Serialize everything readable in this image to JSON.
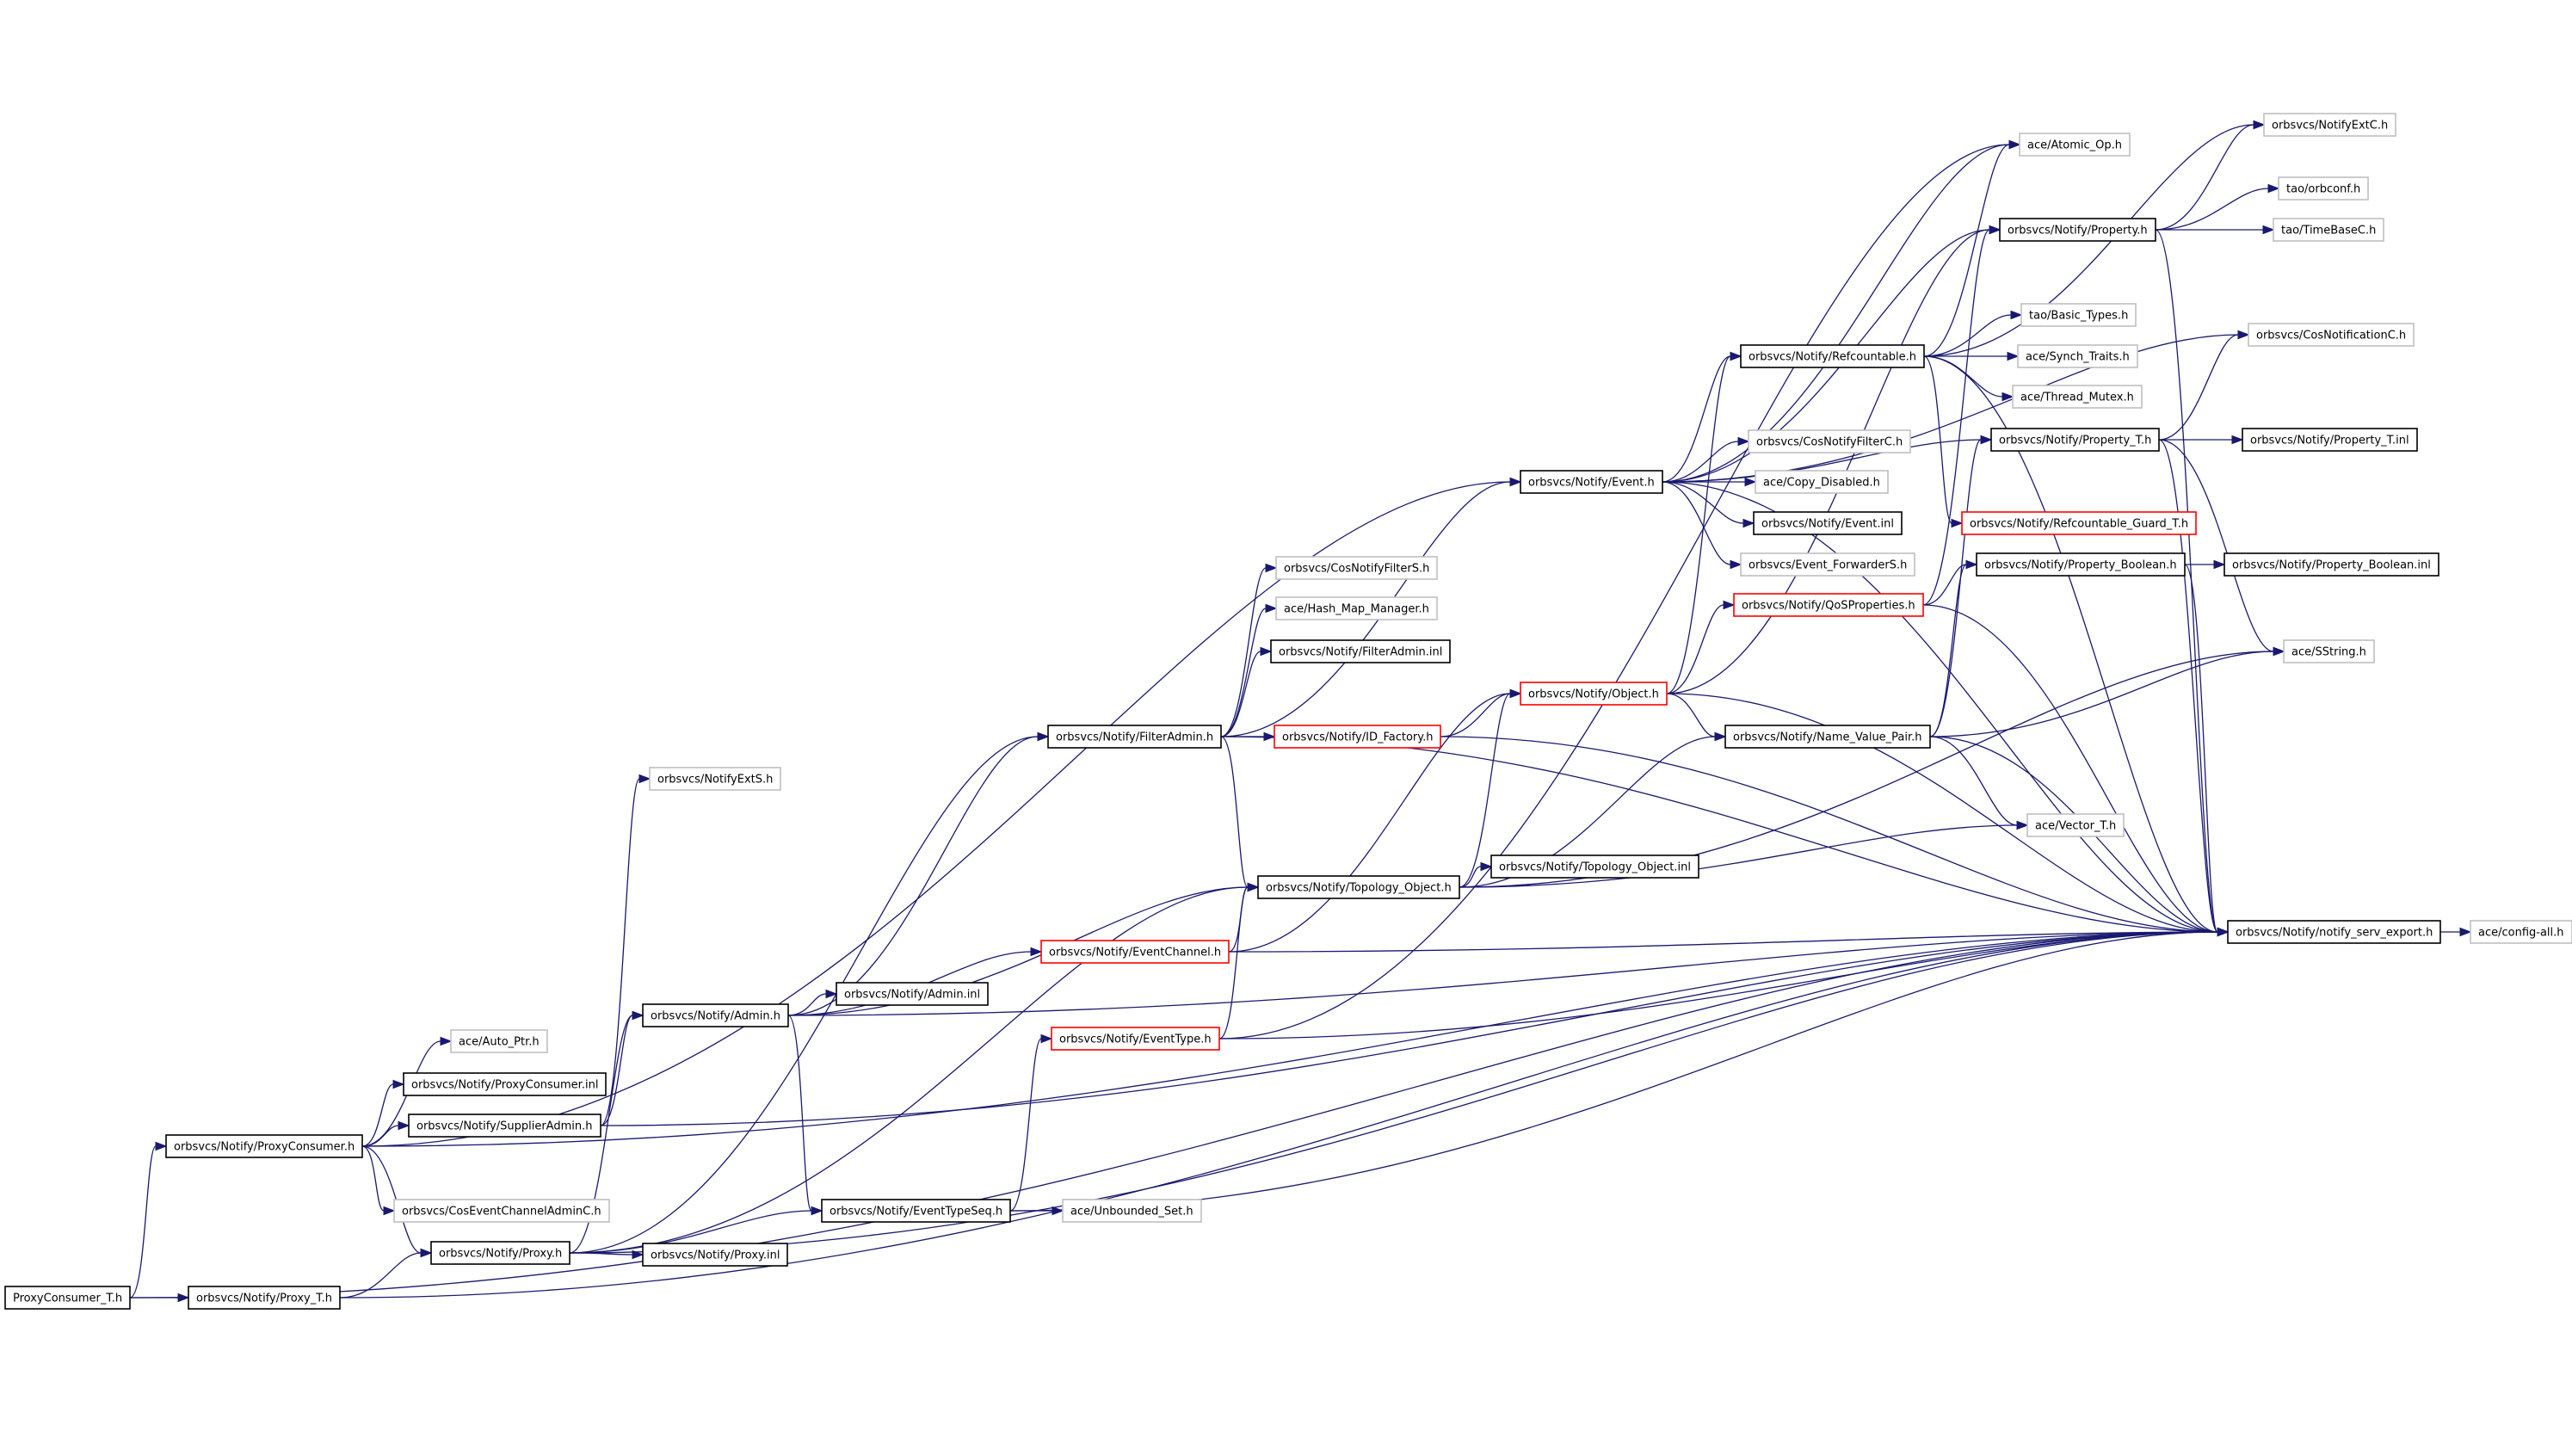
{
  "colors": {
    "edge": "#191970",
    "border_normal": "#000000",
    "border_truncated": "#ff0000",
    "border_external": "#bfbfbf",
    "fill_root": "#bfbfbf",
    "fill_default": "#ffffff"
  },
  "nodes": [
    {
      "id": "n0",
      "label": "ProxyConsumer_T.h",
      "kind": "root"
    },
    {
      "id": "n1",
      "label": "orbsvcs/Notify/ProxyConsumer.h",
      "kind": "normal"
    },
    {
      "id": "n2",
      "label": "orbsvcs/Notify/Proxy_T.h",
      "kind": "normal"
    },
    {
      "id": "n3",
      "label": "orbsvcs/Notify/notify_serv_export.h",
      "kind": "normal"
    },
    {
      "id": "n4",
      "label": "ace/Auto_Ptr.h",
      "kind": "external"
    },
    {
      "id": "n5",
      "label": "orbsvcs/Notify/ProxyConsumer.inl",
      "kind": "normal"
    },
    {
      "id": "n6",
      "label": "orbsvcs/Notify/SupplierAdmin.h",
      "kind": "normal"
    },
    {
      "id": "n7",
      "label": "orbsvcs/CosEventChannelAdminC.h",
      "kind": "external"
    },
    {
      "id": "n8",
      "label": "orbsvcs/Notify/Proxy.h",
      "kind": "normal"
    },
    {
      "id": "n9",
      "label": "orbsvcs/Notify/Event.h",
      "kind": "normal"
    },
    {
      "id": "n10",
      "label": "orbsvcs/NotifyExtS.h",
      "kind": "external"
    },
    {
      "id": "n11",
      "label": "orbsvcs/Notify/Admin.h",
      "kind": "normal"
    },
    {
      "id": "n12",
      "label": "orbsvcs/Notify/Proxy.inl",
      "kind": "normal"
    },
    {
      "id": "n13",
      "label": "orbsvcs/Notify/EventTypeSeq.h",
      "kind": "normal"
    },
    {
      "id": "n14",
      "label": "orbsvcs/Notify/Admin.inl",
      "kind": "normal"
    },
    {
      "id": "n15",
      "label": "orbsvcs/Notify/EventChannel.h",
      "kind": "truncated"
    },
    {
      "id": "n16",
      "label": "orbsvcs/Notify/EventType.h",
      "kind": "truncated"
    },
    {
      "id": "n17",
      "label": "orbsvcs/Notify/FilterAdmin.h",
      "kind": "normal"
    },
    {
      "id": "n18",
      "label": "orbsvcs/Notify/Topology_Object.h",
      "kind": "normal"
    },
    {
      "id": "n19",
      "label": "ace/Unbounded_Set.h",
      "kind": "external"
    },
    {
      "id": "n20",
      "label": "orbsvcs/CosNotifyFilterS.h",
      "kind": "external"
    },
    {
      "id": "n21",
      "label": "ace/Hash_Map_Manager.h",
      "kind": "external"
    },
    {
      "id": "n22",
      "label": "orbsvcs/Notify/FilterAdmin.inl",
      "kind": "normal"
    },
    {
      "id": "n23",
      "label": "orbsvcs/Notify/ID_Factory.h",
      "kind": "truncated"
    },
    {
      "id": "n24",
      "label": "orbsvcs/Notify/Object.h",
      "kind": "truncated"
    },
    {
      "id": "n25",
      "label": "orbsvcs/Notify/Topology_Object.inl",
      "kind": "normal"
    },
    {
      "id": "n26",
      "label": "orbsvcs/Notify/QoSProperties.h",
      "kind": "truncated"
    },
    {
      "id": "n27",
      "label": "orbsvcs/Notify/Name_Value_Pair.h",
      "kind": "normal"
    },
    {
      "id": "n28",
      "label": "orbsvcs/Notify/Refcountable.h",
      "kind": "normal"
    },
    {
      "id": "n29",
      "label": "orbsvcs/CosNotifyFilterC.h",
      "kind": "external"
    },
    {
      "id": "n30",
      "label": "ace/Copy_Disabled.h",
      "kind": "external"
    },
    {
      "id": "n31",
      "label": "orbsvcs/Notify/Event.inl",
      "kind": "normal"
    },
    {
      "id": "n32",
      "label": "orbsvcs/Event_ForwarderS.h",
      "kind": "external"
    },
    {
      "id": "n33",
      "label": "ace/Atomic_Op.h",
      "kind": "external"
    },
    {
      "id": "n34",
      "label": "orbsvcs/Notify/Property.h",
      "kind": "normal"
    },
    {
      "id": "n35",
      "label": "tao/Basic_Types.h",
      "kind": "external"
    },
    {
      "id": "n36",
      "label": "ace/Synch_Traits.h",
      "kind": "external"
    },
    {
      "id": "n37",
      "label": "ace/Thread_Mutex.h",
      "kind": "external"
    },
    {
      "id": "n38",
      "label": "orbsvcs/Notify/Property_T.h",
      "kind": "normal"
    },
    {
      "id": "n39",
      "label": "orbsvcs/Notify/Refcountable_Guard_T.h",
      "kind": "truncated"
    },
    {
      "id": "n40",
      "label": "orbsvcs/Notify/Property_Boolean.h",
      "kind": "normal"
    },
    {
      "id": "n41",
      "label": "ace/Vector_T.h",
      "kind": "external"
    },
    {
      "id": "n42",
      "label": "orbsvcs/NotifyExtC.h",
      "kind": "external"
    },
    {
      "id": "n43",
      "label": "tao/orbconf.h",
      "kind": "external"
    },
    {
      "id": "n44",
      "label": "tao/TimeBaseC.h",
      "kind": "external"
    },
    {
      "id": "n45",
      "label": "orbsvcs/CosNotificationC.h",
      "kind": "external"
    },
    {
      "id": "n46",
      "label": "orbsvcs/Notify/Property_T.inl",
      "kind": "normal"
    },
    {
      "id": "n47",
      "label": "orbsvcs/Notify/Property_Boolean.inl",
      "kind": "normal"
    },
    {
      "id": "n48",
      "label": "ace/SString.h",
      "kind": "external"
    },
    {
      "id": "n49",
      "label": "ace/config-all.h",
      "kind": "external"
    }
  ],
  "edges": [
    [
      "n0",
      "n1"
    ],
    [
      "n0",
      "n2"
    ],
    [
      "n0",
      "n3"
    ],
    [
      "n1",
      "n4"
    ],
    [
      "n1",
      "n5"
    ],
    [
      "n1",
      "n6"
    ],
    [
      "n1",
      "n7"
    ],
    [
      "n1",
      "n8"
    ],
    [
      "n1",
      "n9"
    ],
    [
      "n1",
      "n3"
    ],
    [
      "n2",
      "n8"
    ],
    [
      "n2",
      "n3"
    ],
    [
      "n6",
      "n10"
    ],
    [
      "n6",
      "n11"
    ],
    [
      "n6",
      "n3"
    ],
    [
      "n8",
      "n11"
    ],
    [
      "n8",
      "n12"
    ],
    [
      "n8",
      "n13"
    ],
    [
      "n8",
      "n18"
    ],
    [
      "n8",
      "n17"
    ],
    [
      "n8",
      "n3"
    ],
    [
      "n11",
      "n14"
    ],
    [
      "n11",
      "n15"
    ],
    [
      "n11",
      "n13"
    ],
    [
      "n11",
      "n17"
    ],
    [
      "n11",
      "n18"
    ],
    [
      "n11",
      "n3"
    ],
    [
      "n13",
      "n19"
    ],
    [
      "n13",
      "n16"
    ],
    [
      "n13",
      "n3"
    ],
    [
      "n15",
      "n18"
    ],
    [
      "n15",
      "n24"
    ],
    [
      "n15",
      "n3"
    ],
    [
      "n16",
      "n18"
    ],
    [
      "n16",
      "n33"
    ],
    [
      "n16",
      "n3"
    ],
    [
      "n17",
      "n20"
    ],
    [
      "n17",
      "n21"
    ],
    [
      "n17",
      "n22"
    ],
    [
      "n17",
      "n23"
    ],
    [
      "n17",
      "n9"
    ],
    [
      "n17",
      "n18"
    ],
    [
      "n17",
      "n3"
    ],
    [
      "n18",
      "n24"
    ],
    [
      "n18",
      "n25"
    ],
    [
      "n18",
      "n27"
    ],
    [
      "n18",
      "n41"
    ],
    [
      "n18",
      "n48"
    ],
    [
      "n23",
      "n24"
    ],
    [
      "n23",
      "n3"
    ],
    [
      "n24",
      "n26"
    ],
    [
      "n24",
      "n27"
    ],
    [
      "n24",
      "n28"
    ],
    [
      "n24",
      "n34"
    ],
    [
      "n24",
      "n3"
    ],
    [
      "n26",
      "n40"
    ],
    [
      "n26",
      "n34"
    ],
    [
      "n26",
      "n3"
    ],
    [
      "n27",
      "n41"
    ],
    [
      "n27",
      "n48"
    ],
    [
      "n27",
      "n38"
    ],
    [
      "n27",
      "n40"
    ],
    [
      "n27",
      "n3"
    ],
    [
      "n9",
      "n29"
    ],
    [
      "n9",
      "n30"
    ],
    [
      "n9",
      "n31"
    ],
    [
      "n9",
      "n32"
    ],
    [
      "n9",
      "n28"
    ],
    [
      "n9",
      "n33"
    ],
    [
      "n9",
      "n34"
    ],
    [
      "n9",
      "n38"
    ],
    [
      "n9",
      "n45"
    ],
    [
      "n9",
      "n3"
    ],
    [
      "n28",
      "n35"
    ],
    [
      "n28",
      "n36"
    ],
    [
      "n28",
      "n37"
    ],
    [
      "n28",
      "n39"
    ],
    [
      "n28",
      "n33"
    ],
    [
      "n28",
      "n42"
    ],
    [
      "n28",
      "n3"
    ],
    [
      "n34",
      "n42"
    ],
    [
      "n34",
      "n43"
    ],
    [
      "n34",
      "n44"
    ],
    [
      "n34",
      "n3"
    ],
    [
      "n38",
      "n45"
    ],
    [
      "n38",
      "n46"
    ],
    [
      "n38",
      "n48"
    ],
    [
      "n38",
      "n3"
    ],
    [
      "n40",
      "n47"
    ],
    [
      "n40",
      "n3"
    ],
    [
      "n3",
      "n49"
    ]
  ]
}
